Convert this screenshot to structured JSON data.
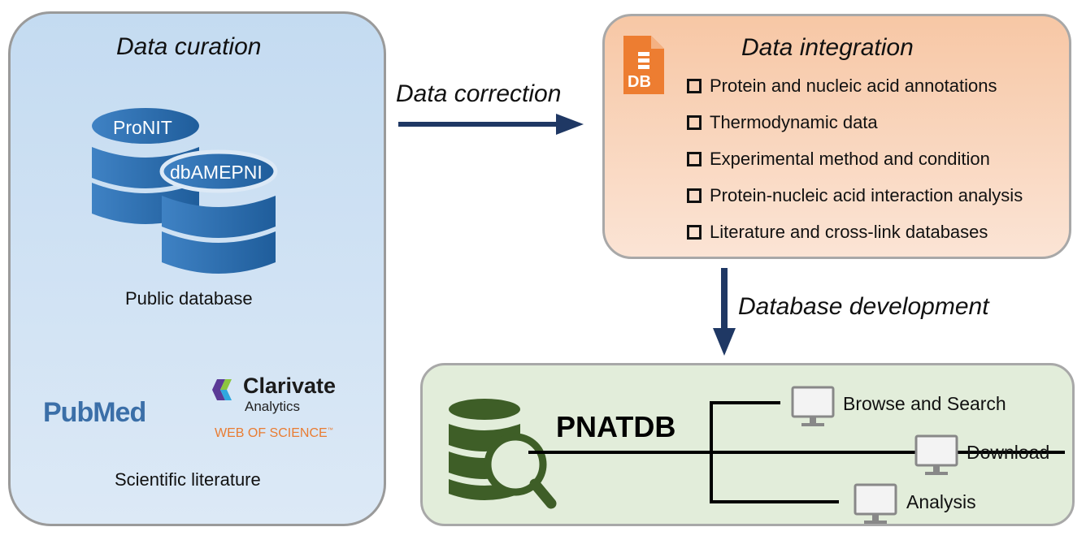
{
  "curation": {
    "title": "Data curation",
    "db1": "ProNIT",
    "db2": "dbAMEPNI",
    "public_db_label": "Public database",
    "pubmed_logo": "PubMed",
    "clarivate_name": "Clarivate",
    "clarivate_sub": "Analytics",
    "wos": "WEB OF SCIENCE",
    "literature_label": "Scientific literature"
  },
  "arrow_correction_label": "Data correction",
  "integration": {
    "title": "Data integration",
    "file_icon_text": "DB",
    "items": [
      "Protein and nucleic acid annotations",
      "Thermodynamic data",
      "Experimental method and condition",
      "Protein-nucleic acid interaction analysis",
      "Literature and cross-link databases"
    ]
  },
  "arrow_development_label": "Database development",
  "pnatdb": {
    "name": "PNATDB",
    "features": [
      "Browse and Search",
      "Download",
      "Analysis"
    ]
  },
  "colors": {
    "db_blue": "#2e6fad",
    "arrow_navy": "#1f3864",
    "db_green": "#3e5e27",
    "doc_orange": "#ed7d31"
  }
}
